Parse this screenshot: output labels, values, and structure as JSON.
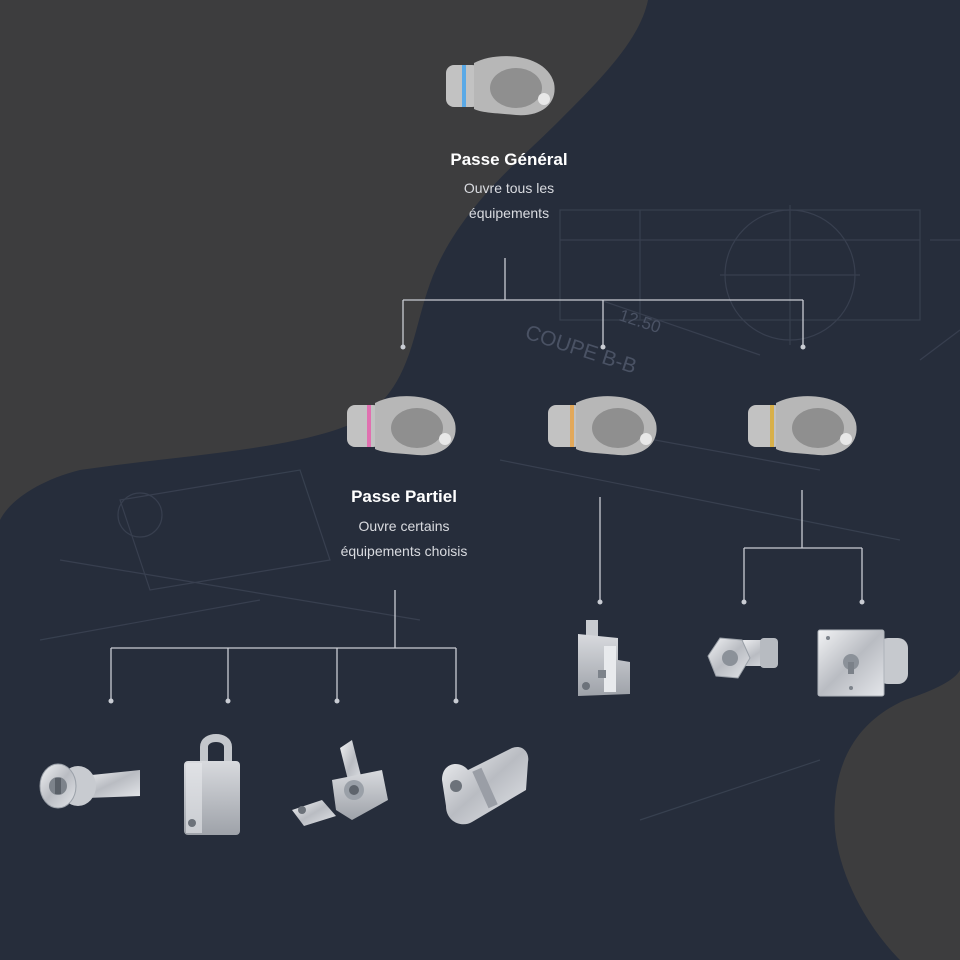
{
  "master_key": {
    "title": "Passe Général",
    "description_line1": "Ouvre tous les",
    "description_line2": "équipements"
  },
  "partial_key": {
    "title": "Passe Partiel",
    "description_line1": "Ouvre certains",
    "description_line2": "équipements choisis"
  },
  "blueprint": {
    "dimension_label": "12.50",
    "section_label": "COUPE B-B"
  },
  "colors": {
    "background_dark": "#3d3d3e",
    "blueprint_navy": "#262d3b",
    "connector_line": "#c9ccd3",
    "key_body": "#b7b7b7",
    "key_face": "#8f8f8f",
    "ring_master": "#5aa9e6",
    "ring_partial": "#e070b0",
    "ring_key2": "#e2a85a",
    "ring_key3": "#d8b04a"
  }
}
